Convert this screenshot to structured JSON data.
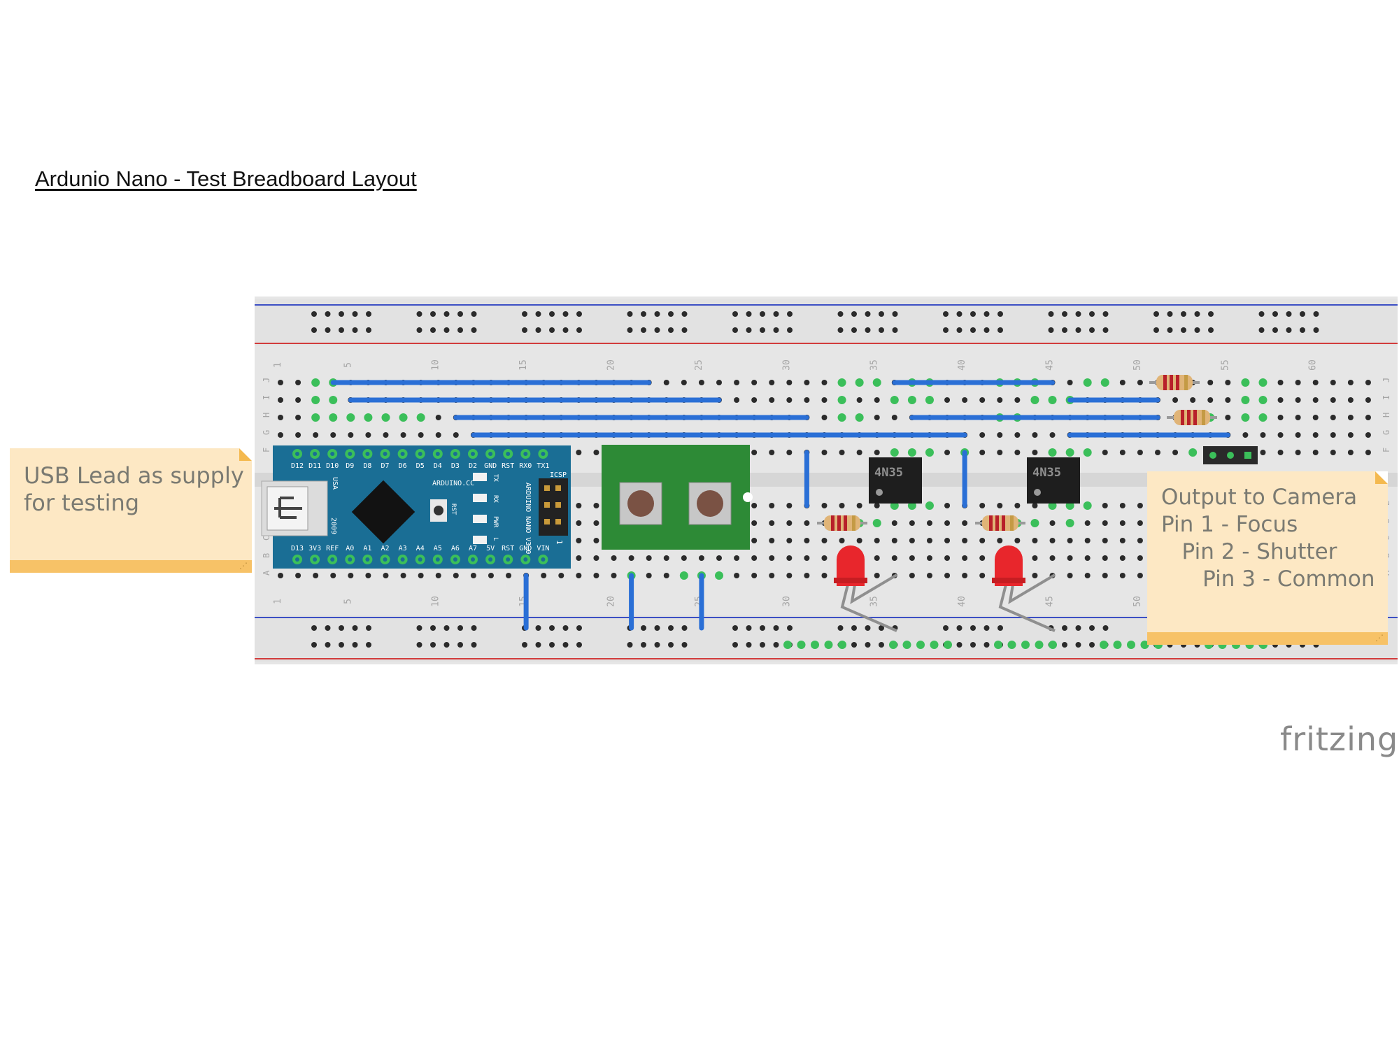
{
  "title": "Ardunio Nano - Test Breadboard Layout",
  "notes": {
    "usb": "USB Lead as supply\nfor testing",
    "camera": "Output to Camera\nPin 1 - Focus\n   Pin 2 - Shutter\n      Pin 3 - Common"
  },
  "logo": "fritzing",
  "breadboard": {
    "column_numbers": [
      "1",
      "5",
      "10",
      "15",
      "20",
      "25",
      "30",
      "35",
      "40",
      "45",
      "50",
      "55",
      "60"
    ],
    "row_letters_top": [
      "J",
      "I",
      "H",
      "G",
      "F"
    ],
    "row_letters_bottom": [
      "E",
      "D",
      "C",
      "B",
      "A"
    ]
  },
  "arduino": {
    "top_pins": [
      "D12",
      "D11",
      "D10",
      "D9",
      "D8",
      "D7",
      "D6",
      "D5",
      "D4",
      "D3",
      "D2",
      "GND",
      "RST",
      "RX0",
      "TX1"
    ],
    "bottom_pins": [
      "D13",
      "3V3",
      "REF",
      "A0",
      "A1",
      "A2",
      "A3",
      "A4",
      "A5",
      "A6",
      "A7",
      "5V",
      "RST",
      "GND",
      "VIN"
    ],
    "brand": "ARDUINO.CC",
    "model": "ARDUINO NANO V3.0",
    "icsp": "ICSP",
    "usa": "USA",
    "year": "2009",
    "rst_label": "RST",
    "led_labels": [
      "TX",
      "RX",
      "PWR",
      "L"
    ],
    "pin1": "1"
  },
  "optocouplers": [
    "4N35",
    "4N35"
  ]
}
